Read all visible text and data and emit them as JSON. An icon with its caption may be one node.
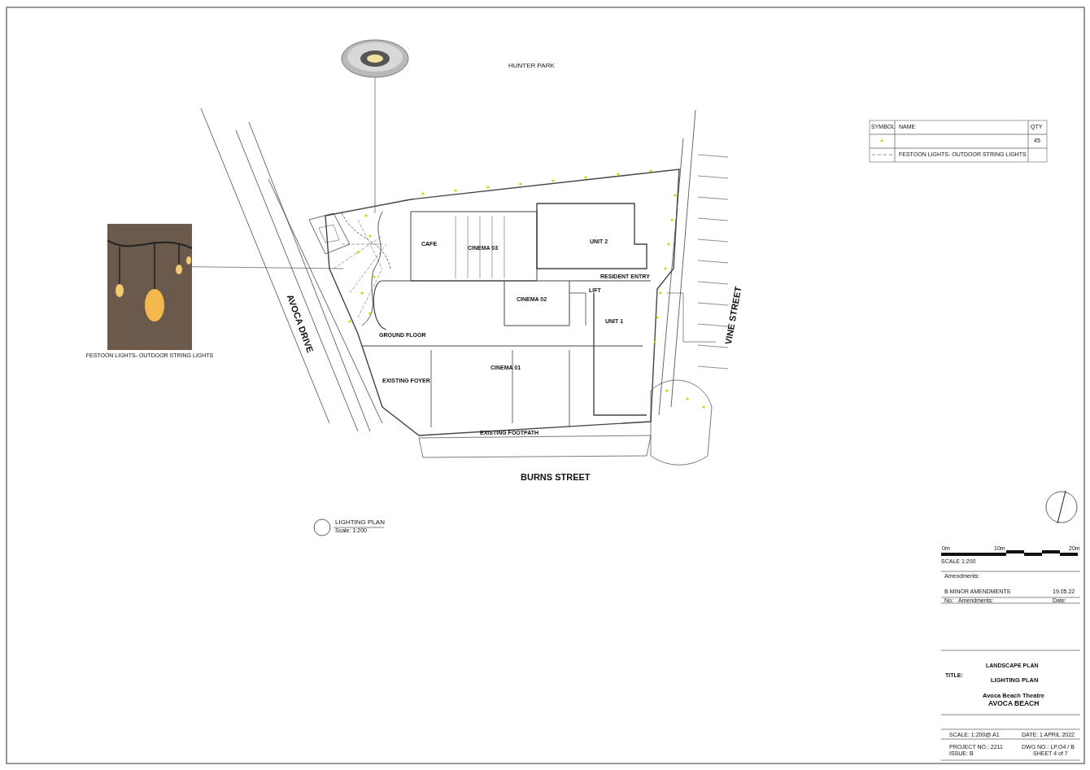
{
  "diagram": {
    "nodes": [
      {
        "text": [],
        "shape": "picture"
      },
      {
        "text": [],
        "shape": "picture",
        "beside": [
          "FESTOON LIGHTS- OUTDOOR STRING LIGHTS"
        ]
      }
    ],
    "edges": [
      {
        "from": 0,
        "to": null,
        "arrow": "none"
      },
      {
        "from": 1,
        "to": null,
        "arrow": "none"
      }
    ],
    "labels": [
      "HUNTER PARK",
      "AVOCA DRIVE",
      "VINE STREET",
      "BURNS STREET",
      "CAFE",
      "CINEMA 03",
      "UNIT 2",
      "RESIDENT ENTRY",
      "LIFT",
      "CINEMA 02",
      "UNIT 1",
      "GROUND FLOOR",
      "EXISTING FOYER",
      "CINEMA 01",
      "EXISTING FOOTPATH",
      "LIGHTING PLAN",
      "Scale: 1:200",
      "SYMBOL",
      "NAME",
      "QTY",
      "45",
      "FESTOON LIGHTS- OUTDOOR STRING LIGHTS",
      "0m",
      "10m",
      "20m",
      "SCALE 1:200",
      "Amendments:",
      "B MINOR AMENDMENTS",
      "19.05.22",
      "No:",
      "Amendments:",
      "Date:",
      "LANDSCAPE PLAN",
      "TITLE:",
      "LIGHTING PLAN",
      "Avoca Beach Theatre",
      "AVOCA BEACH",
      "SCALE: 1:200@ A1",
      "DATE: 1 APRIL 2022",
      "PROJECT NO.: 2211",
      "DWG NO.: LP.O4 / B",
      "ISSUE: B",
      "SHEET 4 of 7"
    ]
  }
}
